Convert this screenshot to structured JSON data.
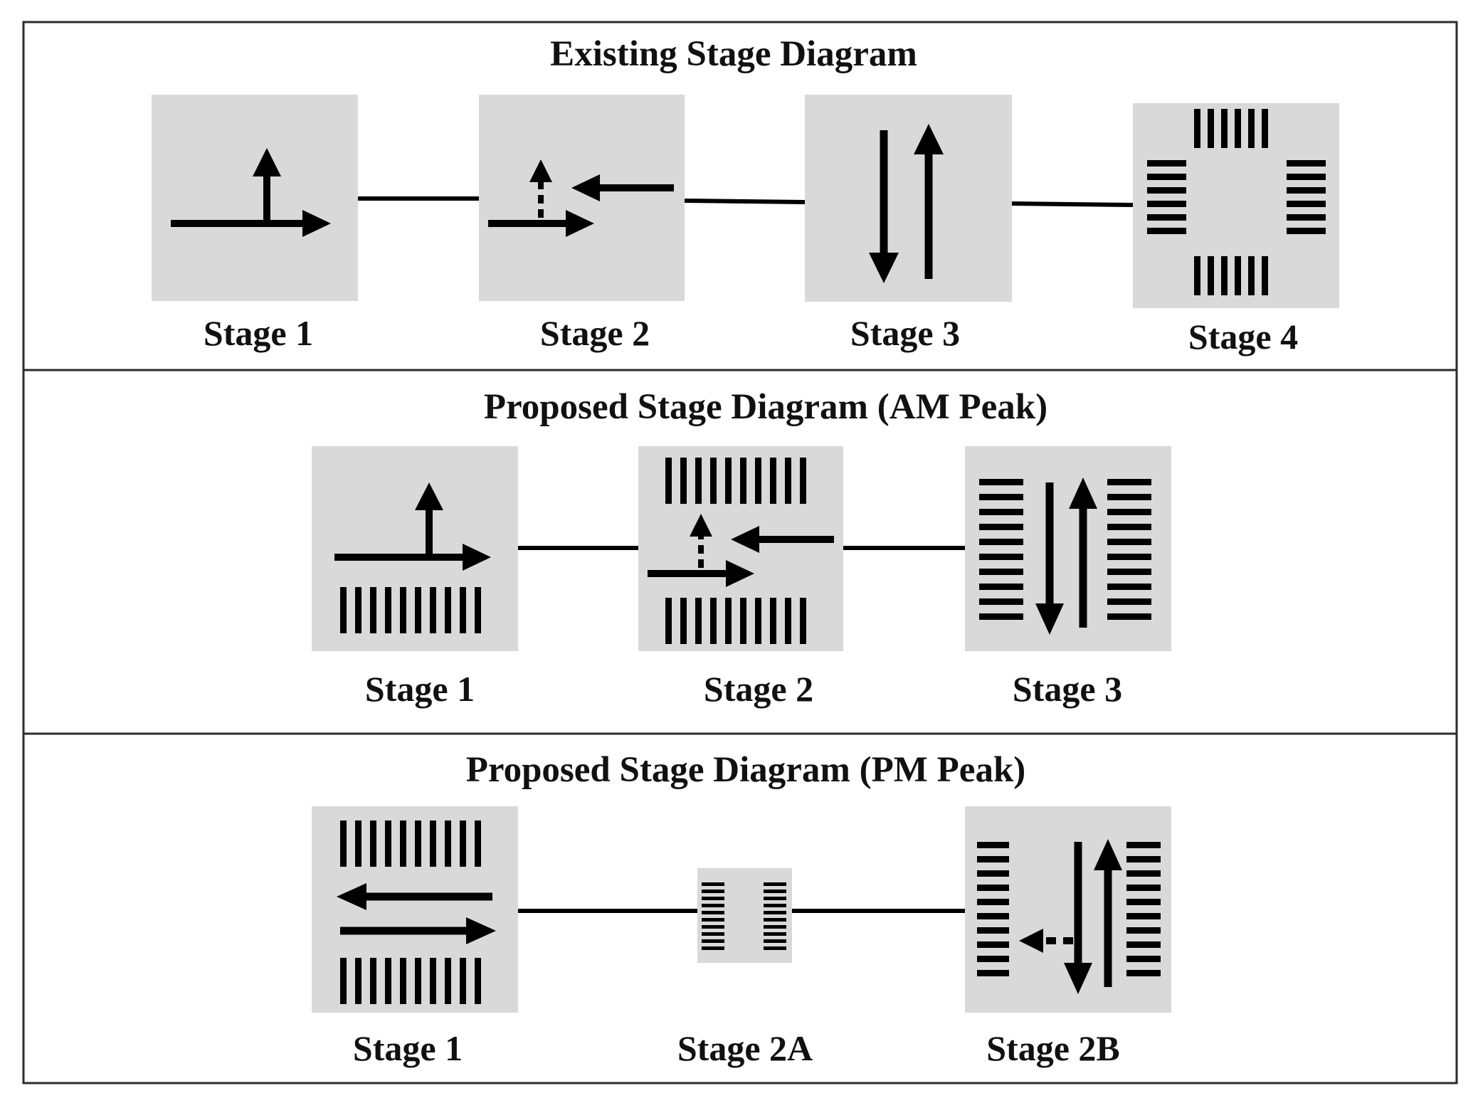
{
  "colors": {
    "panel_border": "#2b2b2b",
    "stage_box": "#d9d9d9",
    "marking": "#000000",
    "connector": "#000000"
  },
  "panels": [
    {
      "title": "Existing Stage Diagram",
      "stages": [
        {
          "label": "Stage 1",
          "movements": [
            "eastbound-through-arrow",
            "northbound-left-turn-arrow"
          ]
        },
        {
          "label": "Stage 2",
          "movements": [
            "eastbound-through-arrow",
            "dashed-left-turn-arrow",
            "westbound-through-arrow"
          ]
        },
        {
          "label": "Stage 3",
          "movements": [
            "southbound-arrow",
            "northbound-arrow"
          ]
        },
        {
          "label": "Stage 4",
          "movements": [
            "pedestrian-crossing-north",
            "pedestrian-crossing-south",
            "pedestrian-crossing-west",
            "pedestrian-crossing-east"
          ]
        }
      ]
    },
    {
      "title": "Proposed Stage Diagram (AM Peak)",
      "stages": [
        {
          "label": "Stage 1",
          "movements": [
            "eastbound-through-arrow",
            "northbound-left-turn-arrow",
            "pedestrian-crossing-south"
          ]
        },
        {
          "label": "Stage 2",
          "movements": [
            "pedestrian-crossing-north",
            "eastbound-through-arrow",
            "dashed-left-turn-arrow",
            "westbound-through-arrow",
            "pedestrian-crossing-south"
          ]
        },
        {
          "label": "Stage 3",
          "movements": [
            "pedestrian-crossing-west",
            "southbound-arrow",
            "northbound-arrow",
            "pedestrian-crossing-east"
          ]
        }
      ]
    },
    {
      "title": "Proposed Stage Diagram (PM Peak)",
      "stages": [
        {
          "label": "Stage 1",
          "movements": [
            "pedestrian-crossing-north",
            "westbound-arrow",
            "eastbound-arrow",
            "pedestrian-crossing-south"
          ]
        },
        {
          "label": "Stage 2A",
          "movements": [
            "pedestrian-crossing-west",
            "pedestrian-crossing-east"
          ]
        },
        {
          "label": "Stage 2B",
          "movements": [
            "pedestrian-crossing-west",
            "southbound-arrow",
            "northbound-arrow",
            "dashed-right-turn-arrow",
            "pedestrian-crossing-east"
          ]
        }
      ]
    }
  ]
}
